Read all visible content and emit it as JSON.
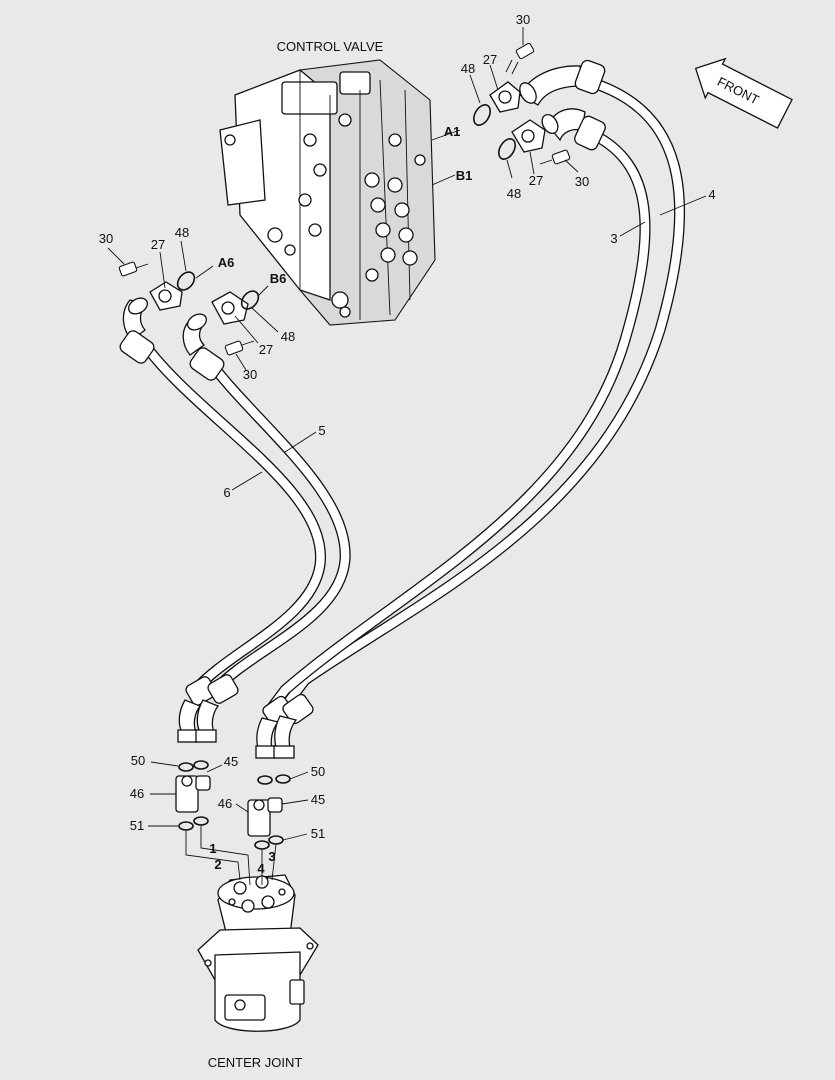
{
  "titles": {
    "control_valve": "CONTROL VALVE",
    "center_joint": "CENTER JOINT",
    "front": "FRONT"
  },
  "ports": {
    "a1": "A1",
    "b1": "B1",
    "a6": "A6",
    "b6": "B6"
  },
  "callouts": {
    "c30_top": "30",
    "c27_top": "27",
    "c48_top": "48",
    "c48_mid": "48",
    "c27_mid": "27",
    "c30_mid": "30",
    "c4": "4",
    "c3": "3",
    "c30_left": "30",
    "c27_left": "27",
    "c48_left": "48",
    "c27_lower": "27",
    "c48_lower": "48",
    "c30_lower": "30",
    "c5": "5",
    "c6": "6",
    "c50_left": "50",
    "c45_left": "45",
    "c46_left": "46",
    "c51_left": "51",
    "c50_right": "50",
    "c46_right": "46",
    "c45_right": "45",
    "c51_right": "51",
    "n1": "1",
    "n2": "2",
    "n3": "3",
    "n4": "4"
  },
  "colors": {
    "background": "#e9e9e9",
    "line": "#111111",
    "fill": "#ffffff"
  }
}
